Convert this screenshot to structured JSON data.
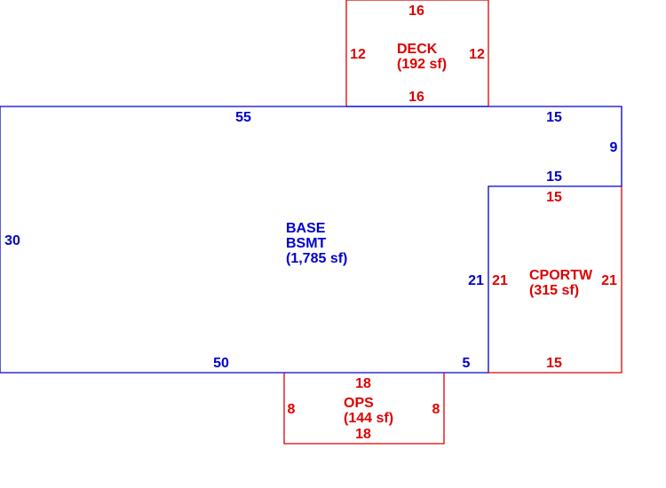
{
  "colors": {
    "base": "#0000cc",
    "addition": "#dd0000",
    "background": "#ffffff"
  },
  "areas": {
    "base": {
      "line1": "BASE",
      "line2": "BSMT",
      "area": "(1,785 sf)"
    },
    "deck": {
      "name": "DECK",
      "area": "(192 sf)"
    },
    "carport": {
      "name": "CPORTW",
      "area": "(315 sf)"
    },
    "ops": {
      "name": "OPS",
      "area": "(144 sf)"
    }
  },
  "dimensions": {
    "base_top_left": "55",
    "base_top_right": "15",
    "base_right_step": "9",
    "base_step_bottom": "15",
    "base_left": "30",
    "base_inner_right": "21",
    "base_bottom_left": "50",
    "base_bottom_right": "5",
    "deck_top": "16",
    "deck_bottom": "16",
    "deck_left": "12",
    "deck_right": "12",
    "carport_top": "15",
    "carport_left": "21",
    "carport_right": "21",
    "carport_bottom": "15",
    "ops_top": "18",
    "ops_bottom": "18",
    "ops_left": "8",
    "ops_right": "8"
  }
}
